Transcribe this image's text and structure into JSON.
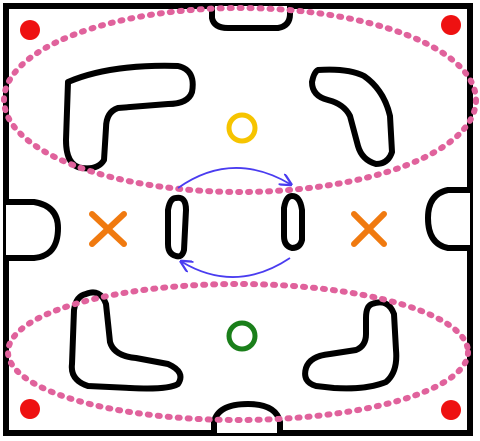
{
  "colors": {
    "frame": "#000000",
    "obstacle": "#000000",
    "zone_outline": "#e0629c",
    "corner_marker": "#ee1111",
    "start_marker": "#f6c400",
    "goal_marker": "#1a7f1a",
    "cross_marker": "#f07a10",
    "swap_arrows": "#4a3cf0"
  },
  "markers": {
    "corner_dots": 4,
    "crosses": 2,
    "rings": 2
  },
  "icons": [
    "circle-marker",
    "ring-marker",
    "cross-marker",
    "curved-arrow"
  ]
}
